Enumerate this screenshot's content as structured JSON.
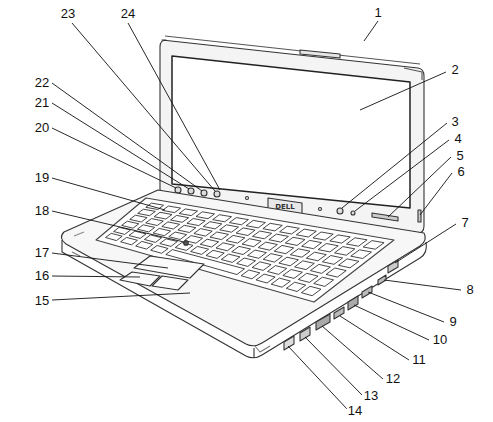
{
  "diagram": {
    "labels": [
      "1",
      "2",
      "3",
      "4",
      "5",
      "6",
      "7",
      "8",
      "9",
      "10",
      "11",
      "12",
      "13",
      "14",
      "15",
      "16",
      "17",
      "18",
      "19",
      "20",
      "21",
      "22",
      "23",
      "24",
      "DELL"
    ]
  }
}
